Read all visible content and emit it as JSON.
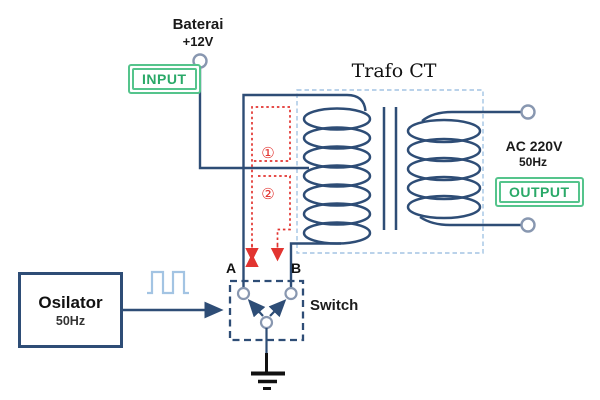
{
  "diagram": {
    "battery": {
      "label": "Baterai",
      "voltage": "+12V"
    },
    "input_badge": "INPUT",
    "transformer": {
      "title": "Trafo CT"
    },
    "output": {
      "voltage": "AC 220V",
      "freq": "50Hz",
      "badge": "OUTPUT"
    },
    "oscillator": {
      "name": "Osilator",
      "freq": "50Hz"
    },
    "switch": {
      "label": "Switch",
      "terminal_a": "A",
      "terminal_b": "B"
    },
    "current_paths": {
      "path1_marker": "①",
      "path2_marker": "②"
    },
    "colors": {
      "wire": "#2e4d76",
      "dashed_box": "#a3c4e3",
      "current_path_red": "#e23430",
      "badge_green": "#55c48c",
      "badge_text_green": "#2aa968",
      "terminal_stroke": "#8897b0"
    }
  }
}
